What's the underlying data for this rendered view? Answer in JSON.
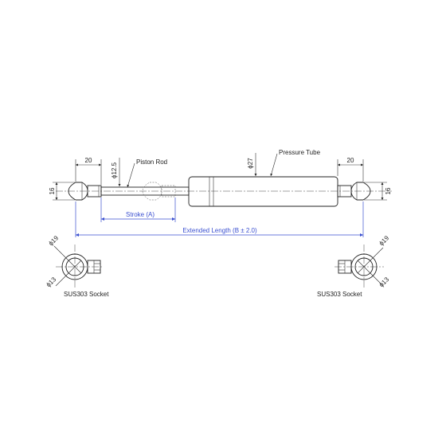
{
  "colors": {
    "line": "#222222",
    "dimension_blue": "#3a4fd0",
    "metal_fill": "#e4e4e4",
    "tube_fill": "#e9e9e9"
  },
  "labels": {
    "piston_rod": "Piston Rod",
    "pressure_tube": "Pressure Tube",
    "stroke": "Stroke (A)",
    "extended_length": "Extended Length (B ± 2.0)",
    "socket_left": "SUS303 Socket",
    "socket_right": "SUS303 Socket"
  },
  "dimensions": {
    "left_end_length": "20",
    "right_end_length": "20",
    "left_height": "16",
    "right_height": "16",
    "rod_diameter": "ϕ12.5",
    "tube_diameter": "ϕ27",
    "socket_left_outer": "ϕ19",
    "socket_left_inner": "ϕ13",
    "socket_right_outer": "ϕ19",
    "socket_right_inner": "ϕ13"
  }
}
